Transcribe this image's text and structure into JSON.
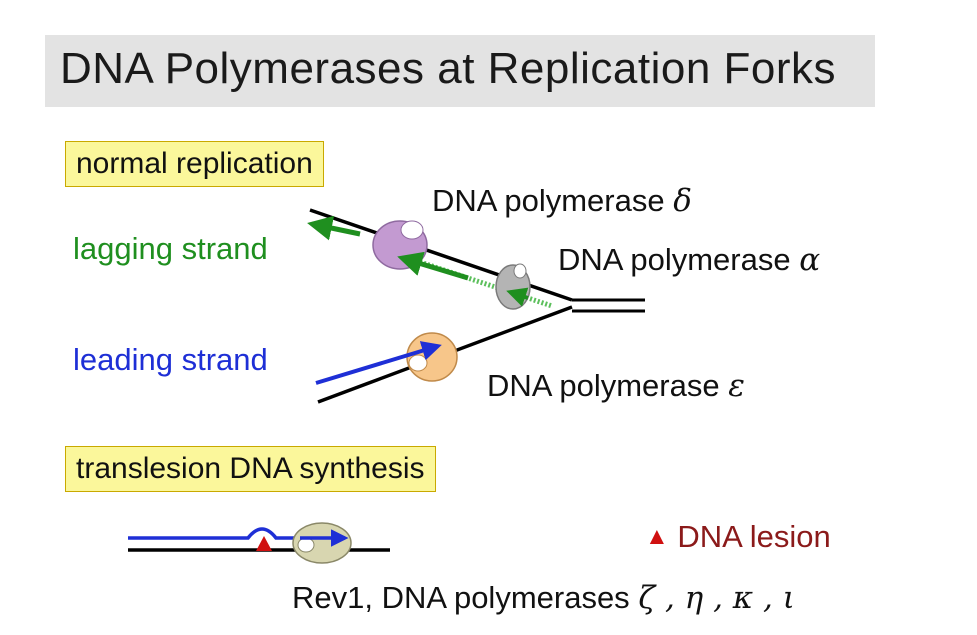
{
  "title": "DNA Polymerases at Replication Forks",
  "sections": {
    "normal": "normal replication",
    "translesion": "translesion DNA synthesis"
  },
  "labels": {
    "lagging": "lagging strand",
    "leading": "leading strand",
    "pol_prefix": "DNA polymerase",
    "pol_delta_sym": "δ",
    "pol_alpha_sym": "α",
    "pol_epsilon_sym": "ε",
    "lesion": "DNA lesion",
    "lesion_marker": "▲",
    "tls_prefix": "Rev1, DNA polymerases",
    "tls_greek": "ζ , η , κ , ι"
  },
  "colors": {
    "lagging": "#1f8f1f",
    "leading": "#1e2fd6",
    "lesion": "#d01010",
    "lesion_text": "#8b1a1a",
    "pol_delta": "#c39ad1",
    "pol_alpha": "#b4b4b4",
    "pol_epsilon": "#f7c68a",
    "tls_pol": "#d8d6b0"
  }
}
